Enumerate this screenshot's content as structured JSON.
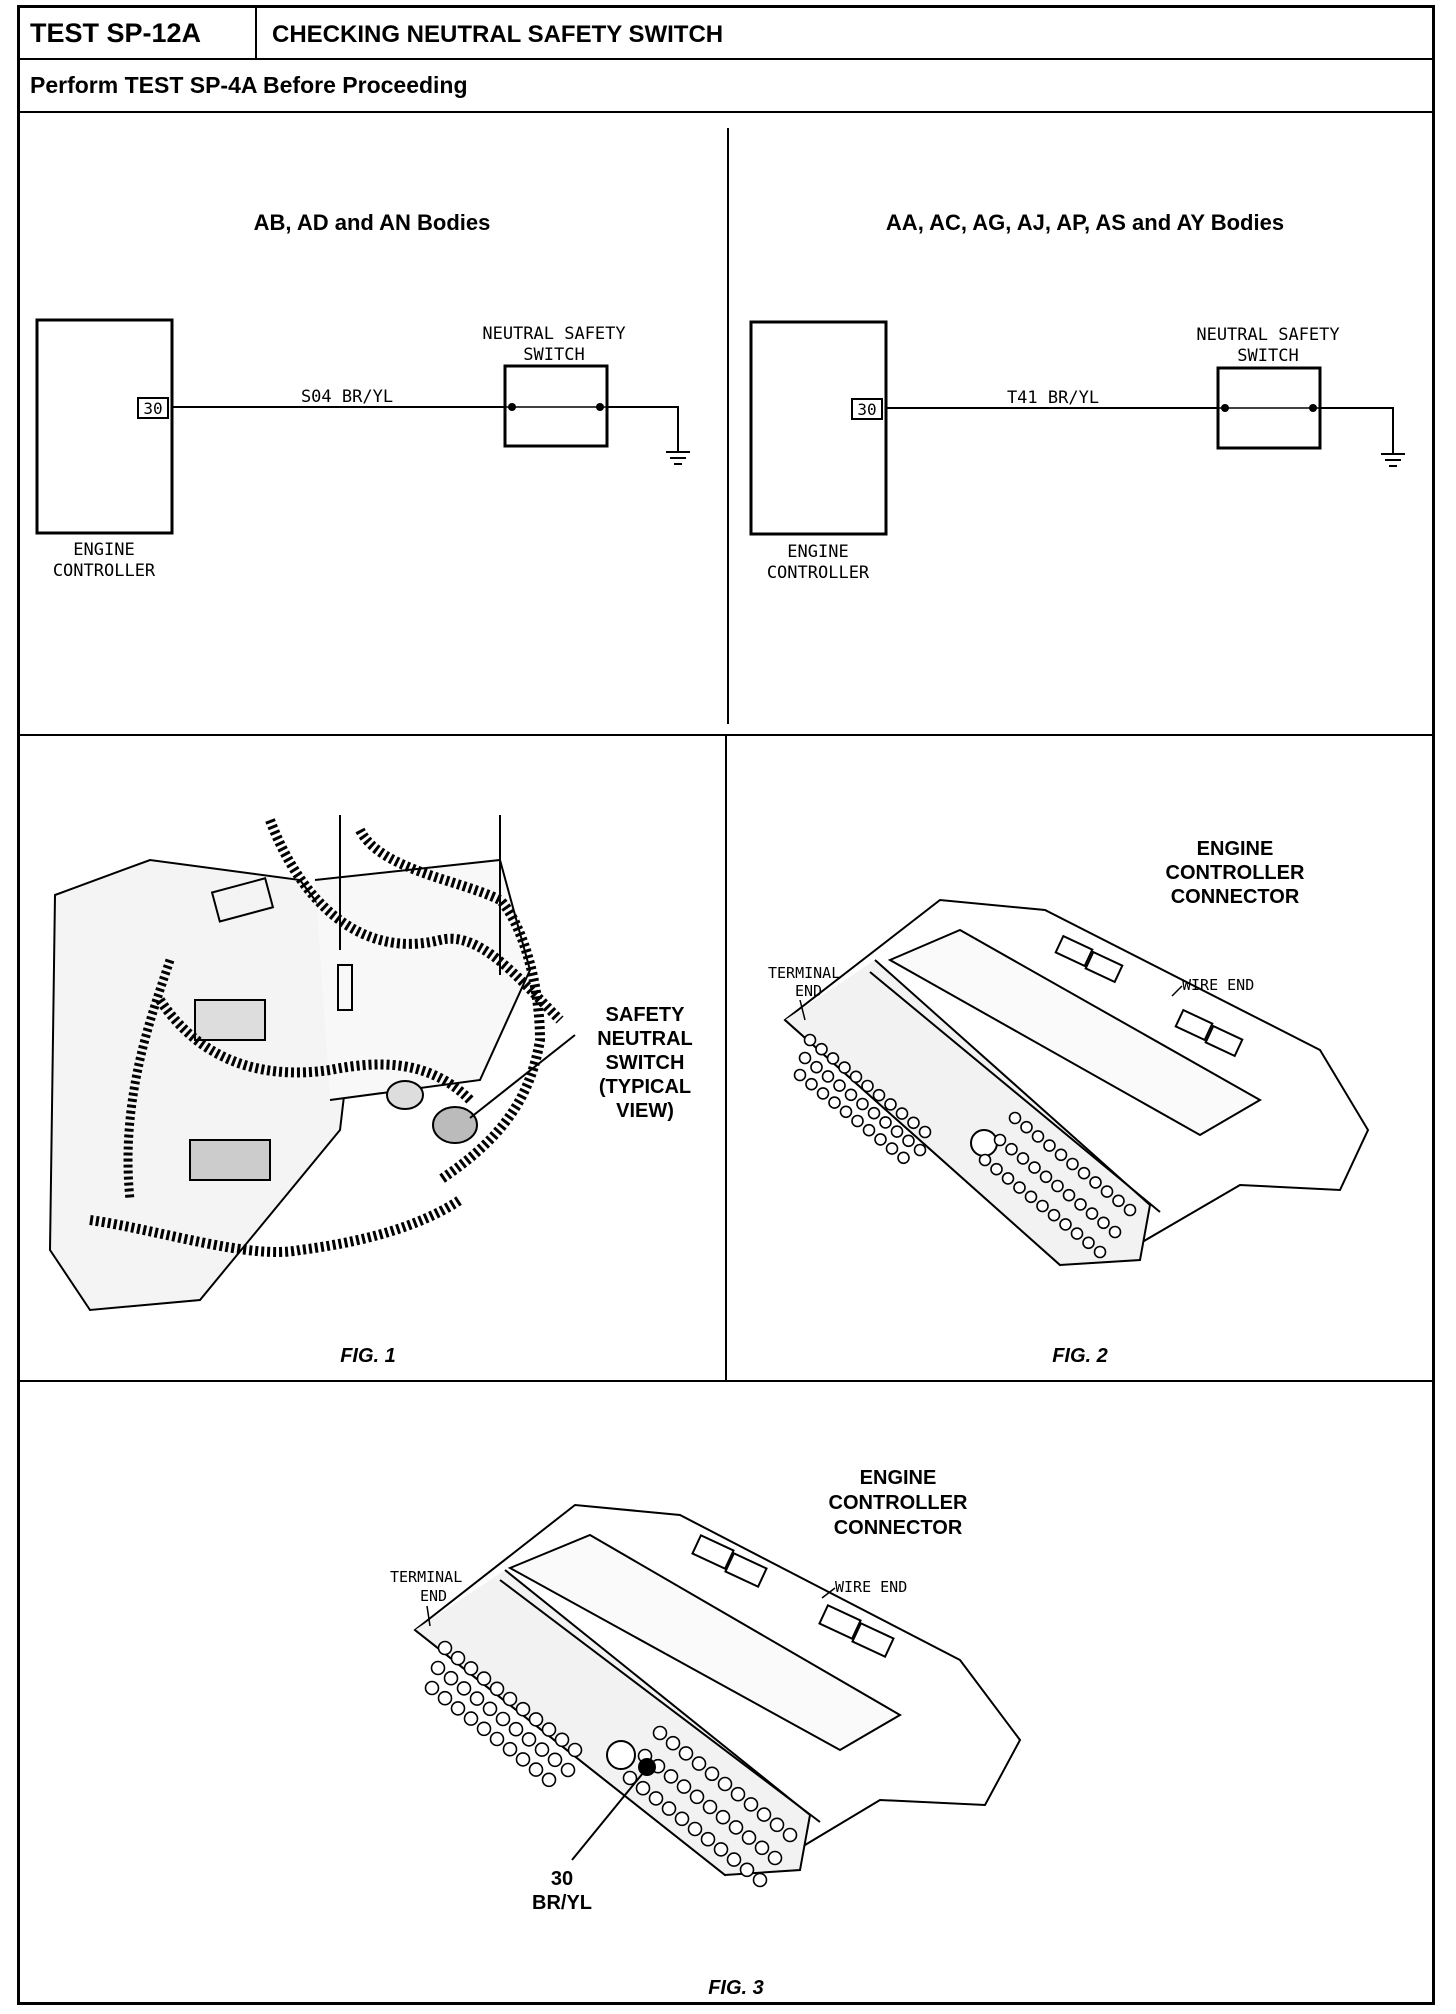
{
  "header": {
    "test_id": "TEST SP-12A",
    "title": "CHECKING NEUTRAL SAFETY SWITCH",
    "prerequisite": "Perform TEST SP-4A Before Proceeding"
  },
  "schematic_left": {
    "heading": "AB, AD and AN Bodies",
    "controller_line1": "ENGINE",
    "controller_line2": "CONTROLLER",
    "pin": "30",
    "wire": "S04  BR/YL",
    "switch_line1": "NEUTRAL  SAFETY",
    "switch_line2": "SWITCH"
  },
  "schematic_right": {
    "heading": "AA, AC, AG, AJ, AP, AS and AY Bodies",
    "controller_line1": "ENGINE",
    "controller_line2": "CONTROLLER",
    "pin": "30",
    "wire": "T41  BR/YL",
    "switch_line1": "NEUTRAL  SAFETY",
    "switch_line2": "SWITCH"
  },
  "fig1": {
    "callout_lines": [
      "SAFETY",
      "NEUTRAL",
      "SWITCH",
      "(TYPICAL",
      "VIEW)"
    ],
    "caption": "FIG. 1"
  },
  "fig2": {
    "title_lines": [
      "ENGINE",
      "CONTROLLER",
      "CONNECTOR"
    ],
    "terminal_end_lines": [
      "TERMINAL",
      "END"
    ],
    "wire_end": "WIRE  END",
    "caption": "FIG. 2"
  },
  "fig3": {
    "title_lines": [
      "ENGINE",
      "CONTROLLER",
      "CONNECTOR"
    ],
    "terminal_end_lines": [
      "TERMINAL",
      "END"
    ],
    "wire_end": "WIRE  END",
    "pin_number": "30",
    "pin_wire": "BR/YL",
    "caption": "FIG. 3"
  }
}
